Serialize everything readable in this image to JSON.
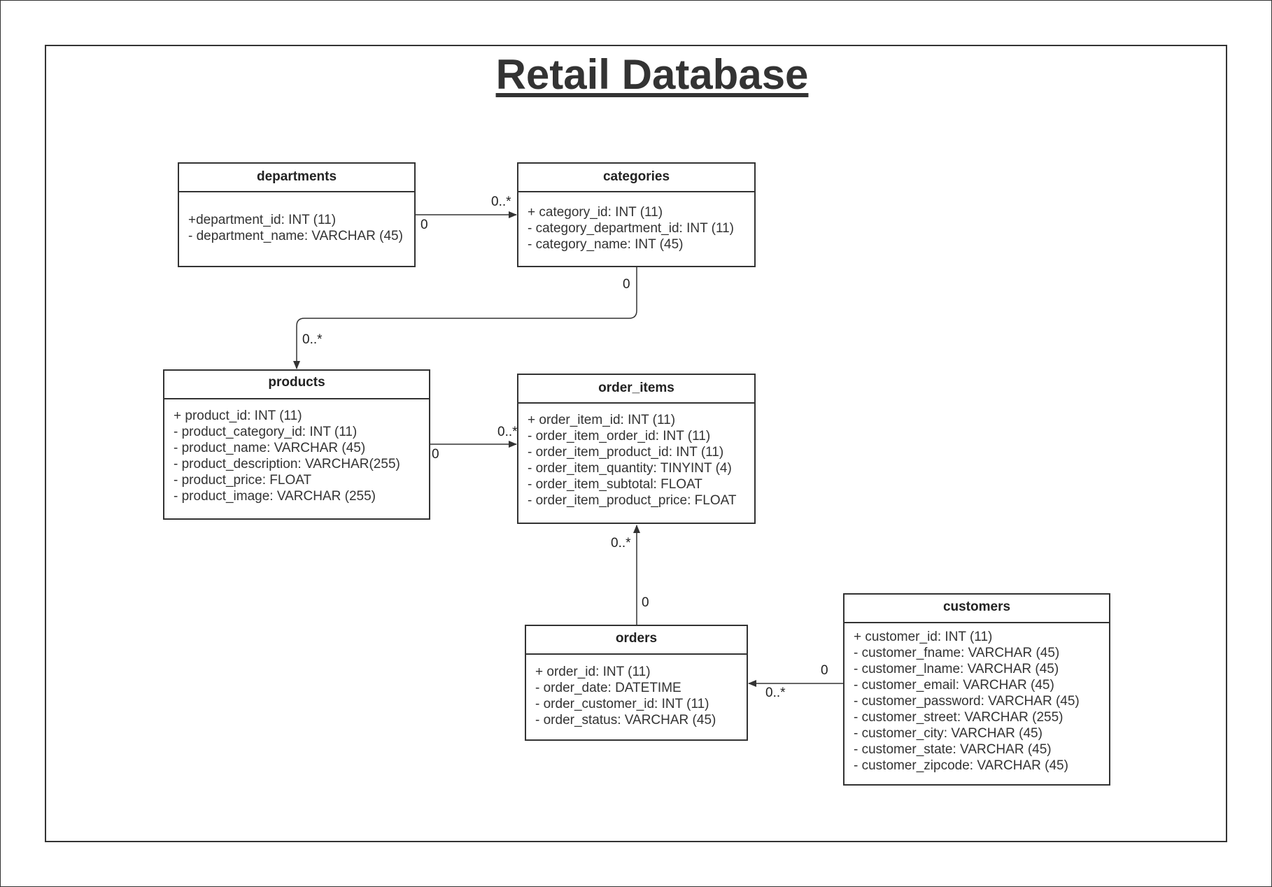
{
  "title": "Retail Database",
  "entities": {
    "departments": {
      "name": "departments",
      "attributes": [
        "+department_id: INT (11)",
        "- department_name: VARCHAR (45)"
      ]
    },
    "categories": {
      "name": "categories",
      "attributes": [
        "+ category_id: INT (11)",
        "- category_department_id: INT (11)",
        "- category_name: INT (45)"
      ]
    },
    "products": {
      "name": "products",
      "attributes": [
        "+ product_id: INT (11)",
        "- product_category_id: INT (11)",
        "- product_name: VARCHAR (45)",
        "- product_description: VARCHAR(255)",
        "- product_price: FLOAT",
        "- product_image: VARCHAR (255)"
      ]
    },
    "order_items": {
      "name": "order_items",
      "attributes": [
        "+ order_item_id: INT (11)",
        "- order_item_order_id: INT (11)",
        "- order_item_product_id: INT (11)",
        "- order_item_quantity: TINYINT (4)",
        "- order_item_subtotal: FLOAT",
        "- order_item_product_price: FLOAT"
      ]
    },
    "orders": {
      "name": "orders",
      "attributes": [
        "+ order_id: INT (11)",
        "- order_date: DATETIME",
        "- order_customer_id: INT (11)",
        "- order_status: VARCHAR (45)"
      ]
    },
    "customers": {
      "name": "customers",
      "attributes": [
        "+ customer_id: INT (11)",
        "- customer_fname: VARCHAR (45)",
        "- customer_lname: VARCHAR (45)",
        "- customer_email: VARCHAR (45)",
        "- customer_password: VARCHAR (45)",
        "- customer_street: VARCHAR (255)",
        "- customer_city: VARCHAR (45)",
        "- customer_state: VARCHAR (45)",
        "- customer_zipcode: VARCHAR (45)"
      ]
    }
  },
  "relationships": [
    {
      "from": "departments",
      "to": "categories",
      "from_multiplicity": "0",
      "to_multiplicity": "0..*"
    },
    {
      "from": "categories",
      "to": "products",
      "from_multiplicity": "0",
      "to_multiplicity": "0..*"
    },
    {
      "from": "products",
      "to": "order_items",
      "from_multiplicity": "0",
      "to_multiplicity": "0..*"
    },
    {
      "from": "orders",
      "to": "order_items",
      "from_multiplicity": "0",
      "to_multiplicity": "0..*"
    },
    {
      "from": "customers",
      "to": "orders",
      "from_multiplicity": "0",
      "to_multiplicity": "0..*"
    }
  ],
  "colors": {
    "line": "#333333",
    "text": "#333333",
    "background": "#ffffff"
  }
}
